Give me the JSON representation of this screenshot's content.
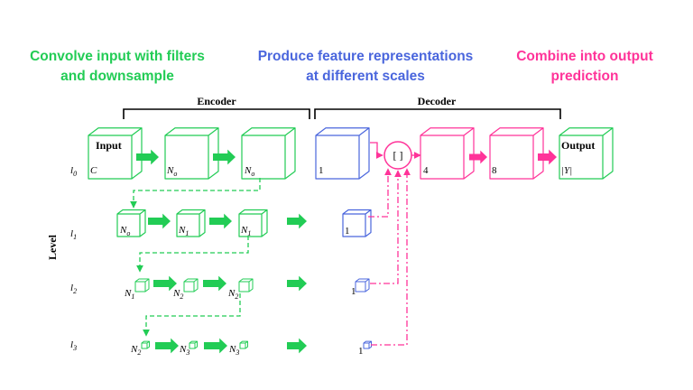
{
  "headings": {
    "left_line1": "Convolve input with filters",
    "left_line2": "and downsample",
    "mid_line1": "Produce feature representations",
    "mid_line2": "at different scales",
    "right_line1": "Combine into output",
    "right_line2": "prediction"
  },
  "brackets": {
    "encoder": "Encoder",
    "decoder": "Decoder"
  },
  "axis": {
    "title": "Level",
    "levels": [
      {
        "base": "l",
        "sub": "0"
      },
      {
        "base": "l",
        "sub": "1"
      },
      {
        "base": "l",
        "sub": "2"
      },
      {
        "base": "l",
        "sub": "3"
      }
    ]
  },
  "blocks": {
    "input_title": "Input",
    "input_channels": "C",
    "output_title": "Output",
    "output_channels": "|Y|",
    "concat_symbol": "[ ]",
    "dec_top_1": "1",
    "dec_4": "4",
    "dec_8": "8",
    "dec_l1": "1",
    "dec_l2": "1",
    "dec_l3": "1",
    "sym": {
      "no_base": "N",
      "no_sub": "o",
      "n1_base": "N",
      "n1_sub": "1",
      "n2_base": "N",
      "n2_sub": "2",
      "n3_base": "N",
      "n3_sub": "3"
    }
  },
  "colors": {
    "encoder": "#22cc55",
    "feature": "#4a66dd",
    "decoder": "#ff3399",
    "arrow": "#22cc55",
    "pink_arrow": "#ff3399",
    "text": "#000000"
  }
}
